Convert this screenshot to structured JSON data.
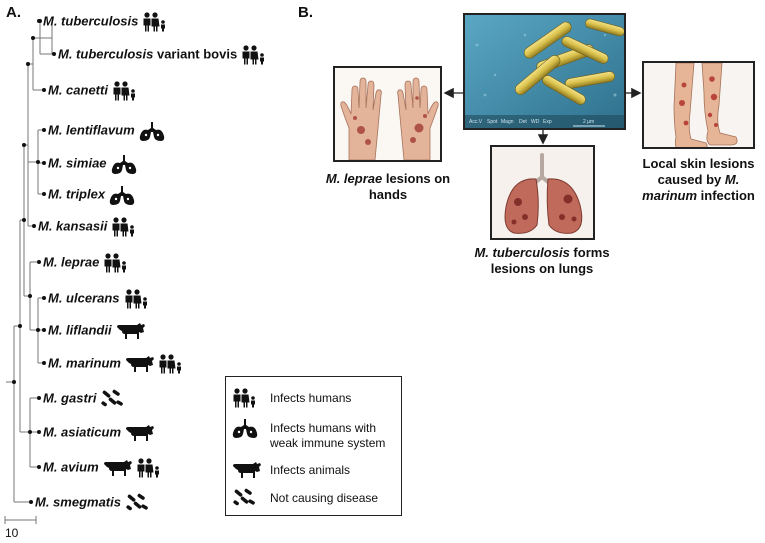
{
  "panels": {
    "a": "A.",
    "b": "B."
  },
  "tree": {
    "taxa": [
      {
        "name": "M. tuberculosis",
        "suffix": "",
        "icons": [
          "people-icon"
        ]
      },
      {
        "name": "M. tuberculosis",
        "suffix": " variant bovis",
        "icons": [
          "people-icon"
        ]
      },
      {
        "name": "M. canetti",
        "suffix": "",
        "icons": [
          "people-icon"
        ]
      },
      {
        "name": "M. lentiflavum",
        "suffix": "",
        "icons": [
          "lungs-icon"
        ]
      },
      {
        "name": "M. simiae",
        "suffix": "",
        "icons": [
          "lungs-icon"
        ]
      },
      {
        "name": "M. triplex",
        "suffix": "",
        "icons": [
          "lungs-icon"
        ]
      },
      {
        "name": "M. kansasii",
        "suffix": "",
        "icons": [
          "people-icon"
        ]
      },
      {
        "name": "M. leprae",
        "suffix": "",
        "icons": [
          "people-icon"
        ]
      },
      {
        "name": "M. ulcerans",
        "suffix": "",
        "icons": [
          "people-icon"
        ]
      },
      {
        "name": "M. liflandii",
        "suffix": "",
        "icons": [
          "cow-icon"
        ]
      },
      {
        "name": "M. marinum",
        "suffix": "",
        "icons": [
          "cow-icon",
          "people-icon"
        ]
      },
      {
        "name": "M. gastri",
        "suffix": "",
        "icons": [
          "bacteria-icon"
        ]
      },
      {
        "name": "M. asiaticum",
        "suffix": "",
        "icons": [
          "cow-icon"
        ]
      },
      {
        "name": "M. avium",
        "suffix": "",
        "icons": [
          "cow-icon",
          "people-icon"
        ]
      },
      {
        "name": "M. smegmatis",
        "suffix": "",
        "icons": [
          "bacteria-icon"
        ]
      }
    ],
    "scale_label": "10"
  },
  "legend": {
    "items": [
      {
        "icon": "people-icon",
        "text": "Infects humans"
      },
      {
        "icon": "lungs-icon",
        "text": "Infects humans with weak immune system"
      },
      {
        "icon": "cow-icon",
        "text": "Infects animals"
      },
      {
        "icon": "bacteria-icon",
        "text": "Not causing disease"
      }
    ]
  },
  "panel_b": {
    "micro_labels": [
      "Acc.V",
      "Spot",
      "Magn",
      "Det",
      "WD",
      "Exp",
      "2 µm"
    ],
    "hands_caption": {
      "species": "M. leprae",
      "rest": " lesions on hands"
    },
    "lungs_caption": {
      "species": "M. tuberculosis",
      "rest": " forms lesions on lungs"
    },
    "legs_caption": {
      "pre": "Local skin lesions caused by ",
      "species": "M. marinum",
      "rest": " infection"
    }
  },
  "colors": {
    "line": "#222222",
    "bacteria": "#d9c04a",
    "micro_bg": "#3f8aa8",
    "skin": "#e8b59a",
    "lung": "#b4584c",
    "lesion": "#9b2f2a"
  }
}
